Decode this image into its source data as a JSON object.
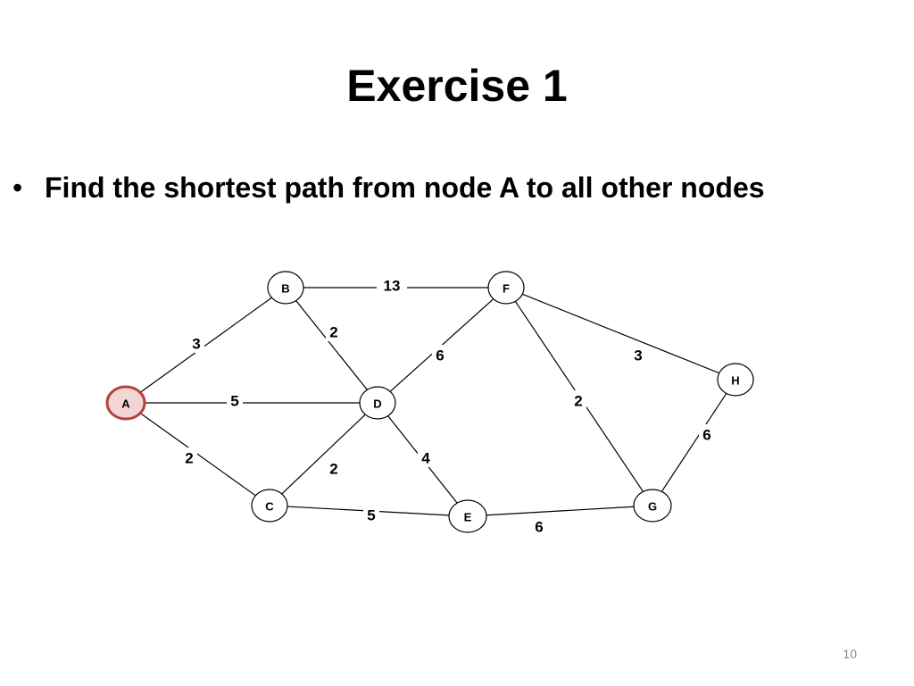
{
  "slide": {
    "title": "Exercise 1",
    "bullet": "Find the shortest path from node A to all other nodes",
    "page_number": "10"
  },
  "graph": {
    "start_node": "A",
    "colors": {
      "start_fill": "#f2d6d6",
      "start_stroke": "#b7413e"
    },
    "nodes": [
      "A",
      "B",
      "C",
      "D",
      "E",
      "F",
      "G",
      "H"
    ],
    "edges": [
      {
        "from": "A",
        "to": "B",
        "weight": "3"
      },
      {
        "from": "A",
        "to": "D",
        "weight": "5"
      },
      {
        "from": "A",
        "to": "C",
        "weight": "2"
      },
      {
        "from": "B",
        "to": "F",
        "weight": "13"
      },
      {
        "from": "B",
        "to": "D",
        "weight": "2"
      },
      {
        "from": "C",
        "to": "D",
        "weight": "2"
      },
      {
        "from": "C",
        "to": "E",
        "weight": "5"
      },
      {
        "from": "D",
        "to": "F",
        "weight": "6"
      },
      {
        "from": "D",
        "to": "E",
        "weight": "4"
      },
      {
        "from": "F",
        "to": "H",
        "weight": "3"
      },
      {
        "from": "F",
        "to": "G",
        "weight": "2"
      },
      {
        "from": "H",
        "to": "G",
        "weight": "6"
      },
      {
        "from": "E",
        "to": "G",
        "weight": "6"
      }
    ]
  }
}
